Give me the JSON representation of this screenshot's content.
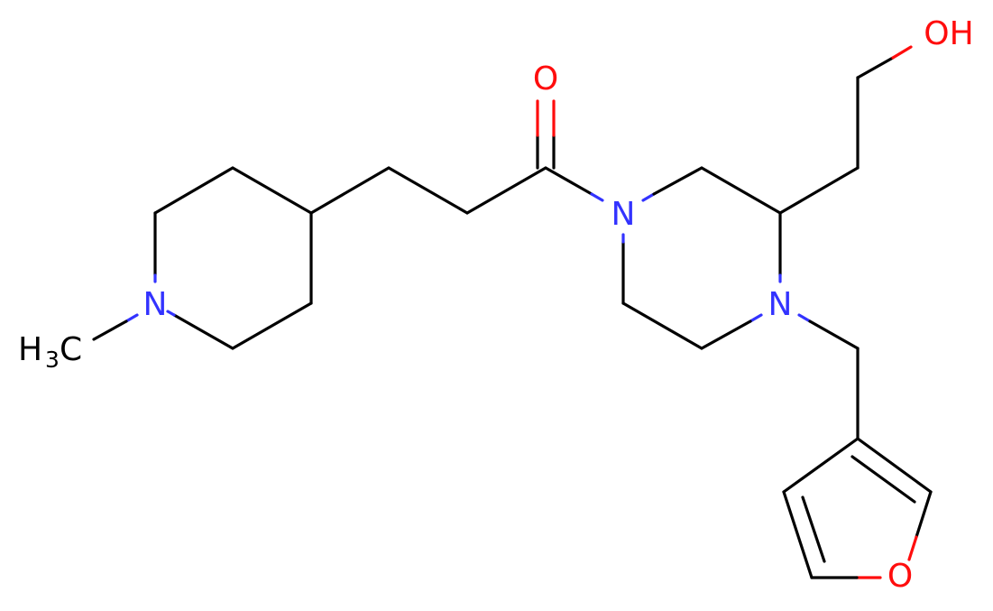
{
  "colors": {
    "background": "#ffffff",
    "carbon_bond": "#000000",
    "nitrogen": "#3333ff",
    "oxygen": "#ff0d0d"
  },
  "atoms": {
    "n_piperidine": "N",
    "n_piperazine_amide": "N",
    "n_piperazine_benzyl": "N",
    "o_carbonyl": "O",
    "o_hydroxyl": "OH",
    "o_furan": "O",
    "methyl_h": "H",
    "methyl_sub": "3",
    "methyl_c": "C"
  }
}
